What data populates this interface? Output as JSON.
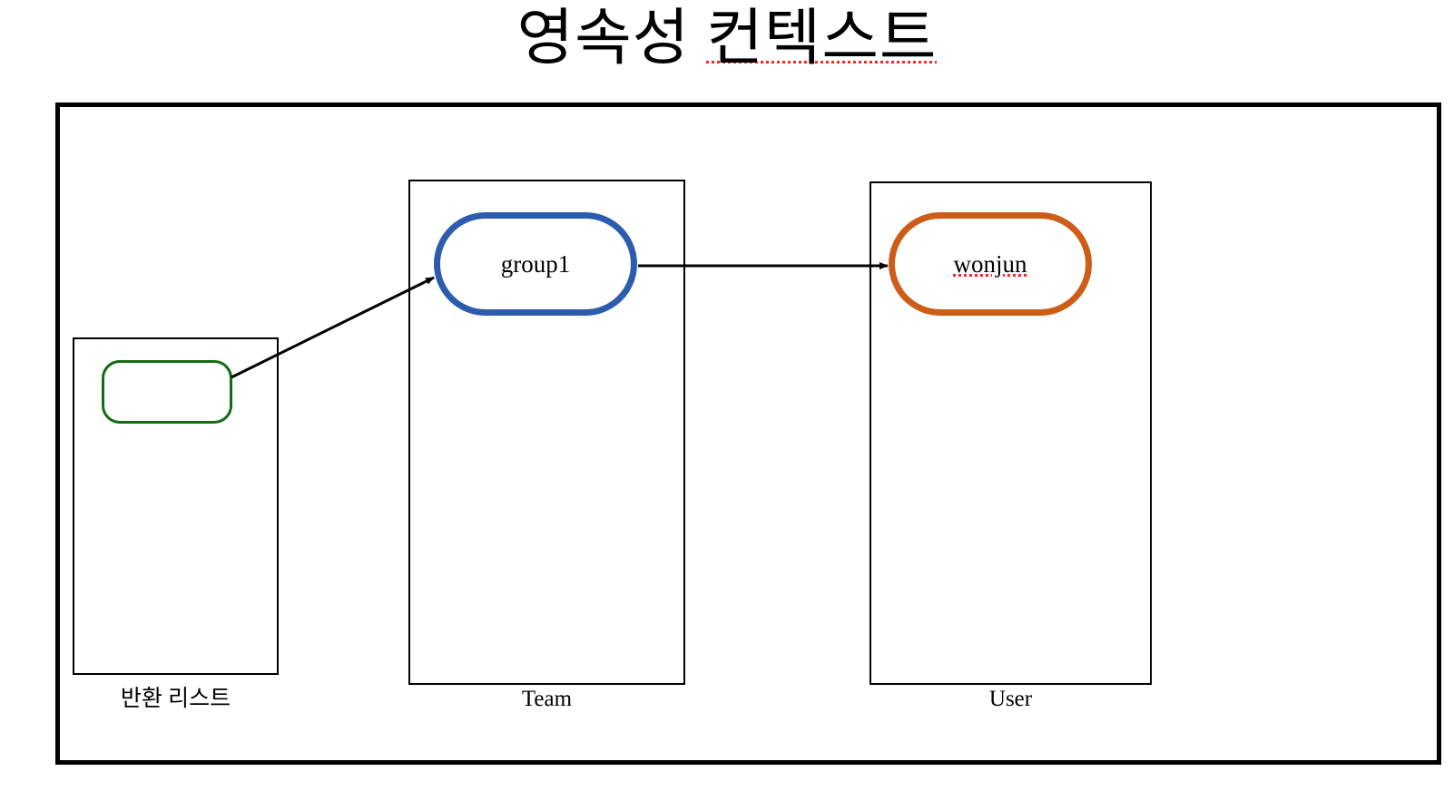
{
  "slide": {
    "title_prefix": "영속성 ",
    "title_flagged": "컨텍스트",
    "title_full": "영속성 컨텍스트"
  },
  "diagram": {
    "columns": [
      {
        "id": "return-list",
        "label": "반환 리스트"
      },
      {
        "id": "team",
        "label": "Team"
      },
      {
        "id": "user",
        "label": "User"
      }
    ],
    "nodes": [
      {
        "id": "return-item",
        "label": "",
        "color": "#136B13",
        "column": "return-list"
      },
      {
        "id": "group1",
        "label": "group1",
        "color": "#2B5CAD",
        "column": "team"
      },
      {
        "id": "wonjun",
        "label": "wonjun",
        "color": "#CC5C16",
        "column": "user",
        "spell_flagged": true
      }
    ],
    "arrows": [
      {
        "id": "return-item-to-group1",
        "from": "return-item",
        "to": "group1",
        "style": "diagonal",
        "color": "#000000"
      },
      {
        "id": "group1-to-wonjun",
        "from": "group1",
        "to": "wonjun",
        "style": "horizontal",
        "color": "#000000"
      }
    ]
  },
  "colors": {
    "frame": "#000000",
    "blue_node": "#2B5CAD",
    "orange_node": "#CC5C16",
    "green_node": "#136B13",
    "spellcheck_underline": "#FF2222",
    "background": "#FFFFFF"
  }
}
